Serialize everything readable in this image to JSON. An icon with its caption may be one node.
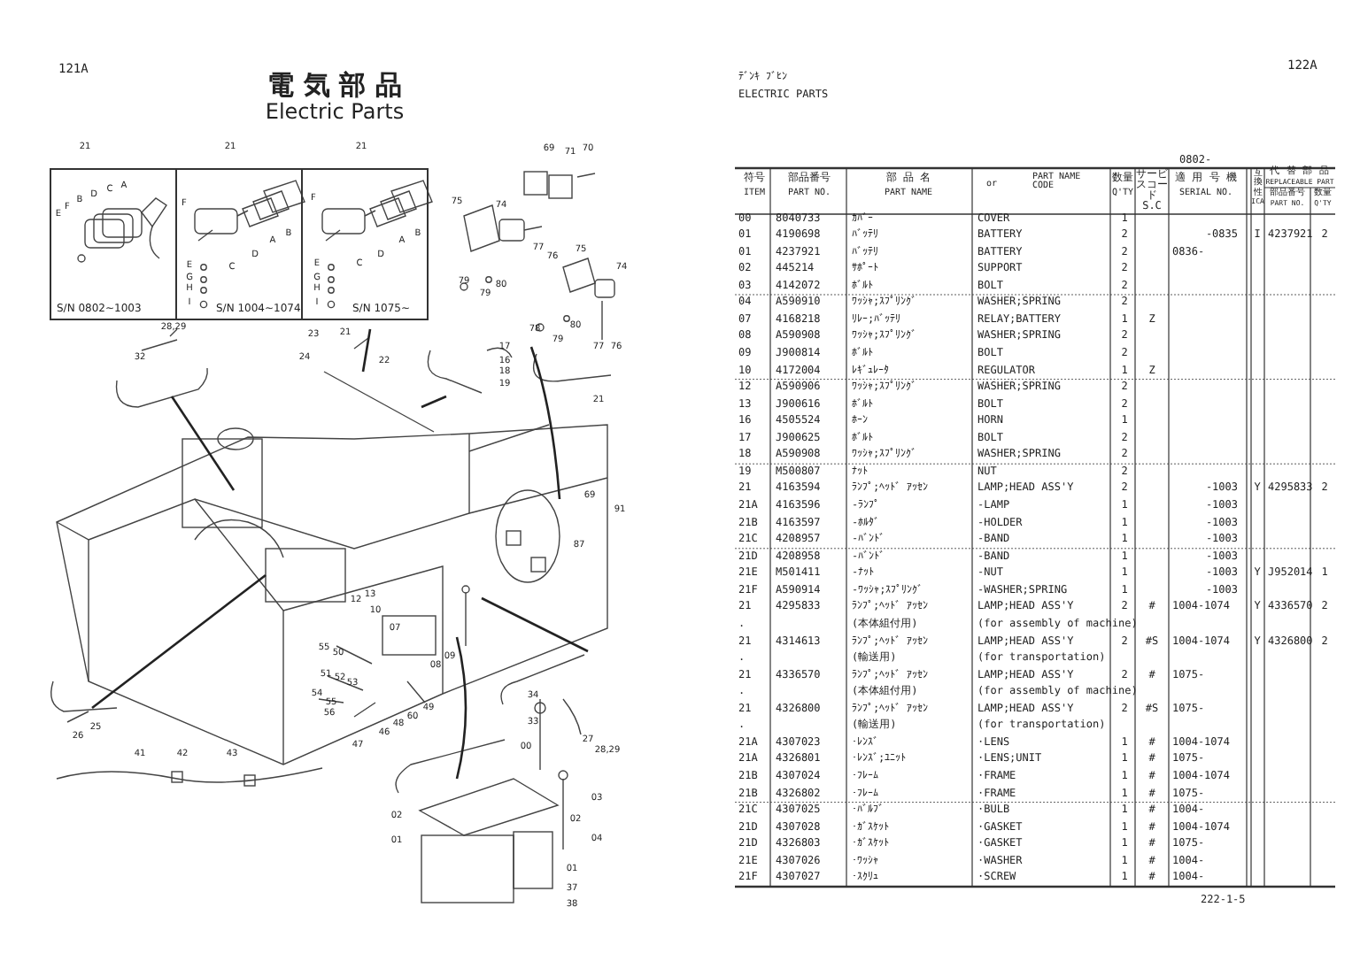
{
  "diagram": {
    "title": "電 気 部 品",
    "nodes": [
      {
        "text": [
          "S/N 0802~1003"
        ]
      },
      {
        "text": [
          "S/N 1004~1074"
        ]
      },
      {
        "text": [
          "S/N 1075~"
        ]
      }
    ],
    "labels": [
      "121A",
      "Electric Parts",
      "122A",
      "ﾃﾞﾝｷ ﾌﾞﾋﾝ",
      "ELECTRIC PARTS",
      "0802-",
      "符号",
      "ITEM",
      "部品番号",
      "PART NO.",
      "部 品 名",
      "PART NAME",
      "or",
      "PART NAME CODE",
      "数量",
      "Q'TY",
      "サービスコード S.C",
      "適 用 号 機",
      "SERIAL NO.",
      "互換性",
      "ICA",
      "代 替 部 品",
      "REPLACEABLE PART",
      "部品番号",
      "PART NO.",
      "数量",
      "Q'TY",
      "00",
      "8040733",
      "ｶﾊﾞｰ",
      "COVER",
      "1",
      "01",
      "4190698",
      "ﾊﾞｯﾃﾘ",
      "BATTERY",
      "2",
      "-0835",
      "I",
      "4237921",
      "2",
      "01",
      "4237921",
      "ﾊﾞｯﾃﾘ",
      "BATTERY",
      "2",
      "0836-",
      "02",
      "445214",
      "ｻﾎﾟｰﾄ",
      "SUPPORT",
      "2",
      "03",
      "4142072",
      "ﾎﾞﾙﾄ",
      "BOLT",
      "2",
      "04",
      "A590910",
      "ﾜｯｼｬ;ｽﾌﾟﾘﾝｸﾞ",
      "WASHER;SPRING",
      "2",
      "07",
      "4168218",
      "ﾘﾚｰ;ﾊﾞｯﾃﾘ",
      "RELAY;BATTERY",
      "1",
      "Z",
      "08",
      "A590908",
      "ﾜｯｼｬ;ｽﾌﾟﾘﾝｸﾞ",
      "WASHER;SPRING",
      "2",
      "09",
      "J900814",
      "ﾎﾞﾙﾄ",
      "BOLT",
      "2",
      "10",
      "4172004",
      "ﾚｷﾞｭﾚｰﾀ",
      "REGULATOR",
      "1",
      "Z",
      "12",
      "A590906",
      "ﾜｯｼｬ;ｽﾌﾟﾘﾝｸﾞ",
      "WASHER;SPRING",
      "2",
      "13",
      "J900616",
      "ﾎﾞﾙﾄ",
      "BOLT",
      "2",
      "16",
      "4505524",
      "ﾎｰﾝ",
      "HORN",
      "1",
      "17",
      "J900625",
      "ﾎﾞﾙﾄ",
      "BOLT",
      "2",
      "18",
      "A590908",
      "ﾜｯｼｬ;ｽﾌﾟﾘﾝｸﾞ",
      "WASHER;SPRING",
      "2",
      "19",
      "M500807",
      "ﾅｯﾄ",
      "NUT",
      "2",
      "21",
      "4163594",
      "ﾗﾝﾌﾟ;ﾍｯﾄﾞ ｱｯｾﾝ",
      "LAMP;HEAD ASS'Y",
      "2",
      "-1003",
      "Y",
      "4295833",
      "2",
      "21A",
      "4163596",
      "-ﾗﾝﾌﾟ",
      "-LAMP",
      "1",
      "-1003",
      "21B",
      "4163597",
      "-ﾎﾙﾀﾞ",
      "-HOLDER",
      "1",
      "-1003",
      "21C",
      "4208957",
      "-ﾊﾞﾝﾄﾞ",
      "-BAND",
      "1",
      "-1003",
      "21D",
      "4208958",
      "-ﾊﾞﾝﾄﾞ",
      "-BAND",
      "1",
      "-1003",
      "21E",
      "M501411",
      "-ﾅｯﾄ",
      "-NUT",
      "1",
      "-1003",
      "Y",
      "J952014",
      "1",
      "21F",
      "A590914",
      "-ﾜｯｼｬ;ｽﾌﾟﾘﾝｸﾞ",
      "-WASHER;SPRING",
      "1",
      "-1003",
      "21",
      "4295833",
      "ﾗﾝﾌﾟ;ﾍｯﾄﾞ ｱｯｾﾝ",
      "LAMP;HEAD ASS'Y",
      "2",
      "#",
      "1004-1074",
      "Y",
      "4336570",
      "2",
      ".",
      "(本体組付用)",
      "(for assembly of machine)",
      "21",
      "4314613",
      "ﾗﾝﾌﾟ;ﾍｯﾄﾞ ｱｯｾﾝ",
      "LAMP;HEAD ASS'Y",
      "2",
      "#S",
      "1004-1074",
      "Y",
      "4326800",
      "2",
      ".",
      "(輸送用)",
      "(for transportation)",
      "21",
      "4336570",
      "ﾗﾝﾌﾟ;ﾍｯﾄﾞ ｱｯｾﾝ",
      "LAMP;HEAD ASS'Y",
      "2",
      "#",
      "1075-",
      ".",
      "(本体組付用)",
      "(for assembly of machine)",
      "21",
      "4326800",
      "ﾗﾝﾌﾟ;ﾍｯﾄﾞ ｱｯｾﾝ",
      "LAMP;HEAD ASS'Y",
      "2",
      "#S",
      "1075-",
      ".",
      "(輸送用)",
      "(for transportation)",
      "21A",
      "4307023",
      "･ﾚﾝｽﾞ",
      "·LENS",
      "1",
      "#",
      "1004-1074",
      "21A",
      "4326801",
      "･ﾚﾝｽﾞ;ﾕﾆｯﾄ",
      "·LENS;UNIT",
      "1",
      "#",
      "1075-",
      "21B",
      "4307024",
      "･ﾌﾚｰﾑ",
      "·FRAME",
      "1",
      "#",
      "1004-1074",
      "21B",
      "4326802",
      "･ﾌﾚｰﾑ",
      "·FRAME",
      "1",
      "#",
      "1075-",
      "21C",
      "4307025",
      "･ﾊﾞﾙﾌﾞ",
      "·BULB",
      "1",
      "#",
      "1004-",
      "21D",
      "4307028",
      "･ｶﾞｽｹｯﾄ",
      "·GASKET",
      "1",
      "#",
      "1004-1074",
      "21D",
      "4326803",
      "･ｶﾞｽｹｯﾄ",
      "·GASKET",
      "1",
      "#",
      "1075-",
      "21E",
      "4307026",
      "･ﾜｯｼｬ",
      "·WASHER",
      "1",
      "#",
      "1004-",
      "21F",
      "4307027",
      "･ｽｸﾘｭ",
      "·SCREW",
      "1",
      "#",
      "1004-",
      "222-1-5",
      "21",
      "21",
      "21",
      "69",
      "71",
      "70",
      "A",
      "C",
      "D",
      "B",
      "F",
      "E",
      "F",
      "B",
      "A",
      "D",
      "E",
      "C",
      "G",
      "H",
      "I",
      "F",
      "B",
      "A",
      "D",
      "E",
      "C",
      "G",
      "H",
      "I",
      "75",
      "74",
      "77",
      "76",
      "79",
      "79",
      "80",
      "75",
      "74",
      "78",
      "79",
      "80",
      "77",
      "76",
      "28,29",
      "23",
      "21",
      "17",
      "32",
      "24",
      "22",
      "16",
      "18",
      "19",
      "21",
      "69",
      "91",
      "87",
      "12",
      "13",
      "10",
      "07",
      "55",
      "50",
      "09",
      "08",
      "51",
      "52",
      "53",
      "49",
      "54",
      "55",
      "56",
      "47",
      "46",
      "48",
      "60",
      "34",
      "33",
      "27",
      "28,29",
      "26",
      "25",
      "41",
      "42",
      "43",
      "00",
      "02",
      "02",
      "03",
      "01",
      "04",
      "01",
      "37",
      "38"
    ]
  }
}
